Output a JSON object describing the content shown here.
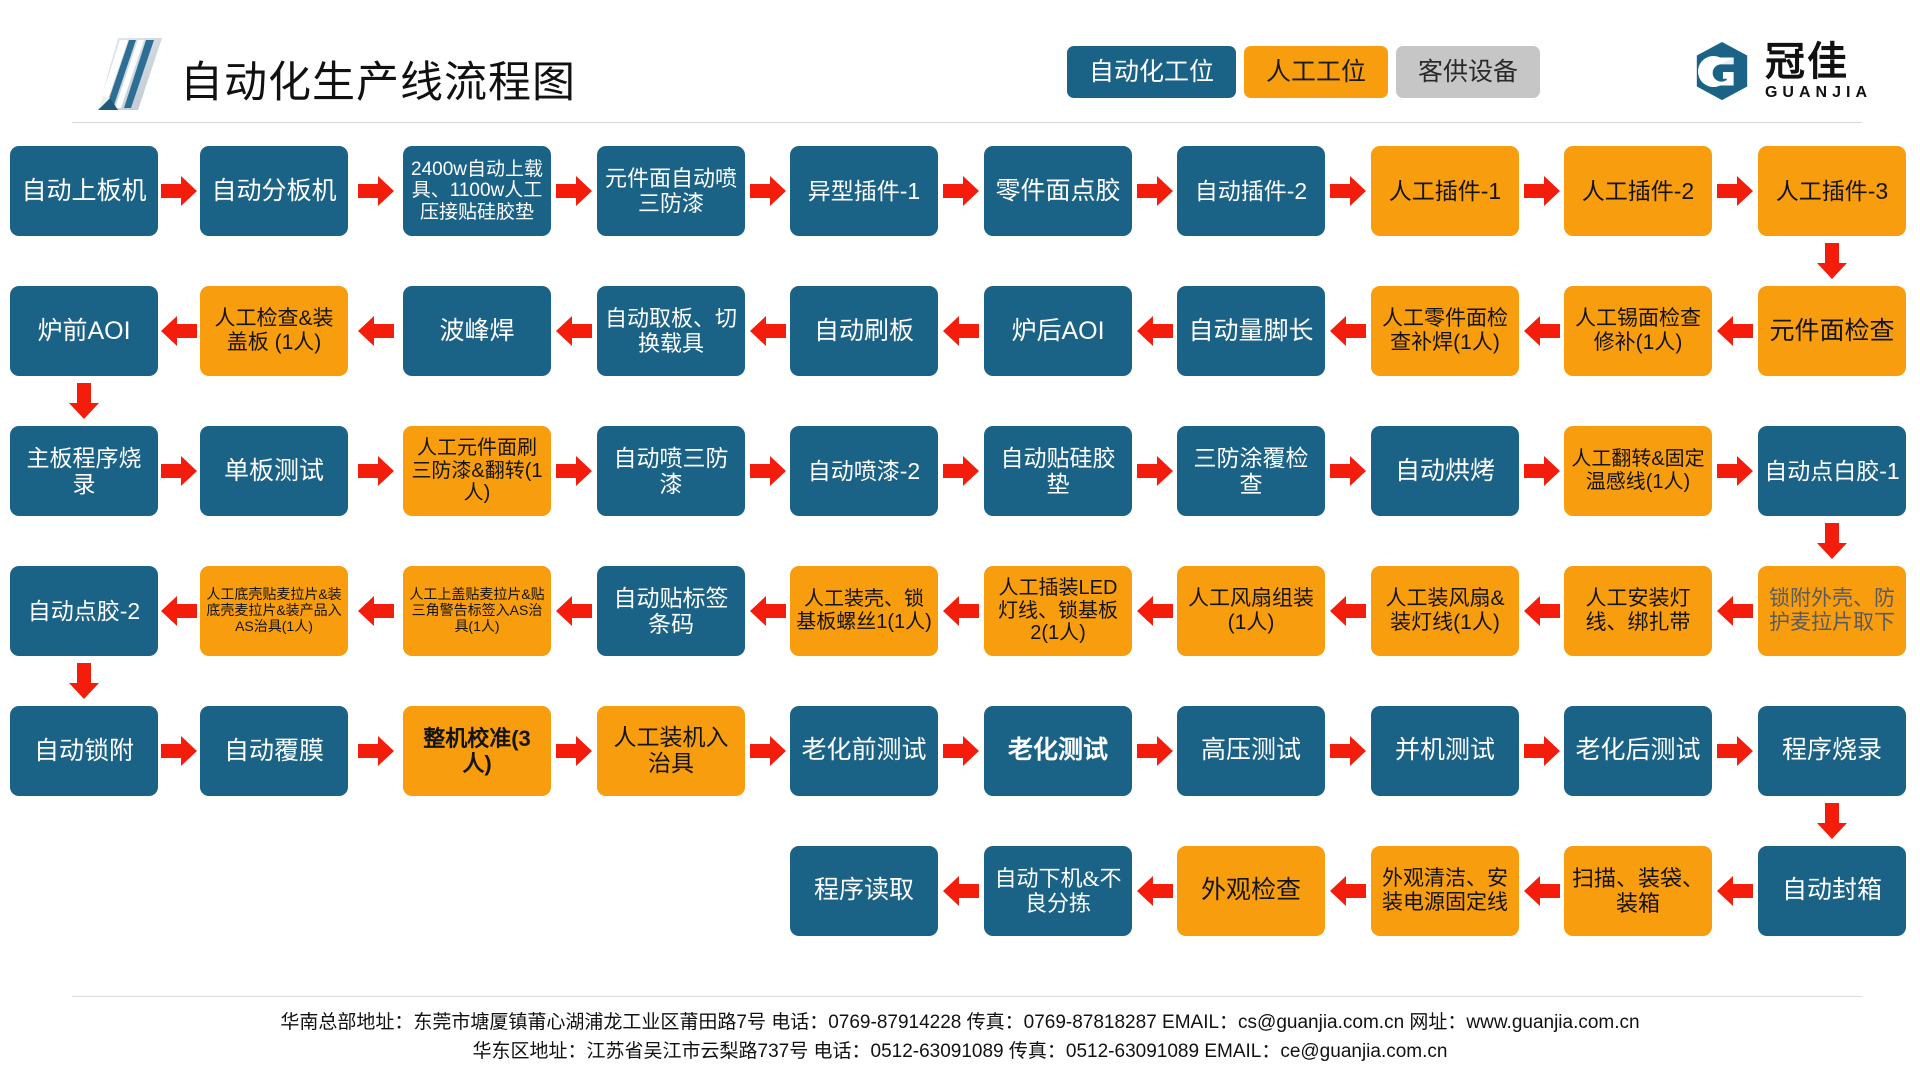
{
  "header": {
    "title": "自动化生产线流程图",
    "title_icon": "book-pencil-icon",
    "legend": [
      {
        "key": "auto",
        "label": "自动化工位",
        "color": "#1b6287",
        "text_color": "#ffffff"
      },
      {
        "key": "manual",
        "label": "人工工位",
        "color": "#f89d0e",
        "text_color": "#141414"
      },
      {
        "key": "customer",
        "label": "客供设备",
        "color": "#c6c6c6",
        "text_color": "#2a2a2a"
      }
    ],
    "brand": {
      "icon": "guanjia-hexagon-g-logo",
      "name_cn": "冠佳",
      "name_en": "GUANJIA",
      "color": "#1b6287"
    }
  },
  "flow": {
    "colors": {
      "auto": "#1b6287",
      "manual": "#f89d0e",
      "arrow": "#f41c0a"
    },
    "rows": [
      {
        "id": "row-1",
        "direction": "ltr",
        "nodes": [
          {
            "id": "r1n1",
            "label": "自动上板机",
            "type": "auto"
          },
          {
            "id": "r1n2",
            "label": "自动分板机",
            "type": "auto"
          },
          {
            "id": "r1n3",
            "label": "2400w自动上载具、1100w人工压接贴硅胶垫",
            "type": "auto"
          },
          {
            "id": "r1n4",
            "label": "元件面自动喷三防漆",
            "type": "auto"
          },
          {
            "id": "r1n5",
            "label": "异型插件-1",
            "type": "auto"
          },
          {
            "id": "r1n6",
            "label": "零件面点胶",
            "type": "auto"
          },
          {
            "id": "r1n7",
            "label": "自动插件-2",
            "type": "auto"
          },
          {
            "id": "r1n8",
            "label": "人工插件-1",
            "type": "manual"
          },
          {
            "id": "r1n9",
            "label": "人工插件-2",
            "type": "manual"
          },
          {
            "id": "r1n10",
            "label": "人工插件-3",
            "type": "manual"
          }
        ]
      },
      {
        "id": "row-2",
        "direction": "rtl",
        "nodes": [
          {
            "id": "r2n1",
            "label": "元件面检查",
            "type": "manual"
          },
          {
            "id": "r2n2",
            "label": "人工锡面检查修补(1人)",
            "type": "manual"
          },
          {
            "id": "r2n3",
            "label": "人工零件面检查补焊(1人)",
            "type": "manual"
          },
          {
            "id": "r2n4",
            "label": "自动量脚长",
            "type": "auto"
          },
          {
            "id": "r2n5",
            "label": "炉后AOI",
            "type": "auto"
          },
          {
            "id": "r2n6",
            "label": "自动刷板",
            "type": "auto"
          },
          {
            "id": "r2n7",
            "label": "自动取板、切换载具",
            "type": "auto"
          },
          {
            "id": "r2n8",
            "label": "波峰焊",
            "type": "auto"
          },
          {
            "id": "r2n9",
            "label": "人工检查&装盖板 (1人)",
            "type": "manual"
          },
          {
            "id": "r2n10",
            "label": "炉前AOI",
            "type": "auto"
          }
        ]
      },
      {
        "id": "row-3",
        "direction": "ltr",
        "nodes": [
          {
            "id": "r3n1",
            "label": "主板程序烧录",
            "type": "auto"
          },
          {
            "id": "r3n2",
            "label": "单板测试",
            "type": "auto"
          },
          {
            "id": "r3n3",
            "label": "人工元件面刷三防漆&翻转(1人)",
            "type": "manual"
          },
          {
            "id": "r3n4",
            "label": "自动喷三防漆",
            "type": "auto"
          },
          {
            "id": "r3n5",
            "label": "自动喷漆-2",
            "type": "auto"
          },
          {
            "id": "r3n6",
            "label": "自动贴硅胶垫",
            "type": "auto"
          },
          {
            "id": "r3n7",
            "label": "三防涂覆检查",
            "type": "auto"
          },
          {
            "id": "r3n8",
            "label": "自动烘烤",
            "type": "auto"
          },
          {
            "id": "r3n9",
            "label": "人工翻转&固定温感线(1人)",
            "type": "manual"
          },
          {
            "id": "r3n10",
            "label": "自动点白胶-1",
            "type": "auto"
          }
        ]
      },
      {
        "id": "row-4",
        "direction": "rtl",
        "nodes": [
          {
            "id": "r4n1",
            "label": "锁附外壳、防护麦拉片取下",
            "type": "manual",
            "dim": true
          },
          {
            "id": "r4n2",
            "label": "人工安装灯线、绑扎带",
            "type": "manual"
          },
          {
            "id": "r4n3",
            "label": "人工装风扇&装灯线(1人)",
            "type": "manual"
          },
          {
            "id": "r4n4",
            "label": "人工风扇组装(1人)",
            "type": "manual"
          },
          {
            "id": "r4n5",
            "label": "人工插装LED灯线、锁基板2(1人)",
            "type": "manual"
          },
          {
            "id": "r4n6",
            "label": "人工装壳、锁基板螺丝1(1人)",
            "type": "manual"
          },
          {
            "id": "r4n7",
            "label": "自动贴标签条码",
            "type": "auto"
          },
          {
            "id": "r4n8",
            "label": "人工上盖贴麦拉片&贴三角警告标签入AS治具(1人)",
            "type": "manual",
            "small": true
          },
          {
            "id": "r4n9",
            "label": "人工底壳贴麦拉片&装底壳麦拉片&装产品入AS治具(1人)",
            "type": "manual",
            "small": true
          },
          {
            "id": "r4n10",
            "label": "自动点胶-2",
            "type": "auto"
          }
        ]
      },
      {
        "id": "row-5",
        "direction": "ltr",
        "nodes": [
          {
            "id": "r5n1",
            "label": "自动锁附",
            "type": "auto"
          },
          {
            "id": "r5n2",
            "label": "自动覆膜",
            "type": "auto"
          },
          {
            "id": "r5n3",
            "label": "整机校准(3人)",
            "type": "manual",
            "bold": true
          },
          {
            "id": "r5n4",
            "label": "人工装机入治具",
            "type": "manual",
            "serif": true
          },
          {
            "id": "r5n5",
            "label": "老化前测试",
            "type": "auto",
            "serif": true
          },
          {
            "id": "r5n6",
            "label": "老化测试",
            "type": "auto",
            "serif": true,
            "bold": true
          },
          {
            "id": "r5n7",
            "label": "高压测试",
            "type": "auto",
            "serif": true
          },
          {
            "id": "r5n8",
            "label": "并机测试",
            "type": "auto",
            "serif": true
          },
          {
            "id": "r5n9",
            "label": "老化后测试",
            "type": "auto",
            "serif": true
          },
          {
            "id": "r5n10",
            "label": "程序烧录",
            "type": "auto",
            "serif": true
          }
        ]
      },
      {
        "id": "row-6",
        "direction": "rtl",
        "nodes": [
          {
            "id": "r6n1",
            "label": "自动封箱",
            "type": "auto",
            "serif": true
          },
          {
            "id": "r6n2",
            "label": "扫描、装袋、装箱",
            "type": "manual",
            "serif": true
          },
          {
            "id": "r6n3",
            "label": "外观清洁、安装电源固定线",
            "type": "manual",
            "serif": true
          },
          {
            "id": "r6n4",
            "label": "外观检查",
            "type": "manual",
            "serif": true
          },
          {
            "id": "r6n5",
            "label": "自动下机&不良分拣",
            "type": "auto",
            "serif": true
          },
          {
            "id": "r6n6",
            "label": "程序读取",
            "type": "auto",
            "serif": true
          }
        ]
      }
    ],
    "connector_arrows": {
      "right": "arrow-right-icon",
      "left": "arrow-left-icon",
      "down": "arrow-down-icon"
    }
  },
  "footer": {
    "line1": "华南总部地址：东莞市塘厦镇莆心湖浦龙工业区莆田路7号 电话：0769-87914228  传真：0769-87818287 EMAIL：cs@guanjia.com.cn 网址：www.guanjia.com.cn",
    "line2": "华东区地址：江苏省吴江市云梨路737号 电话：0512-63091089 传真：0512-63091089 EMAIL：ce@guanjia.com.cn"
  }
}
